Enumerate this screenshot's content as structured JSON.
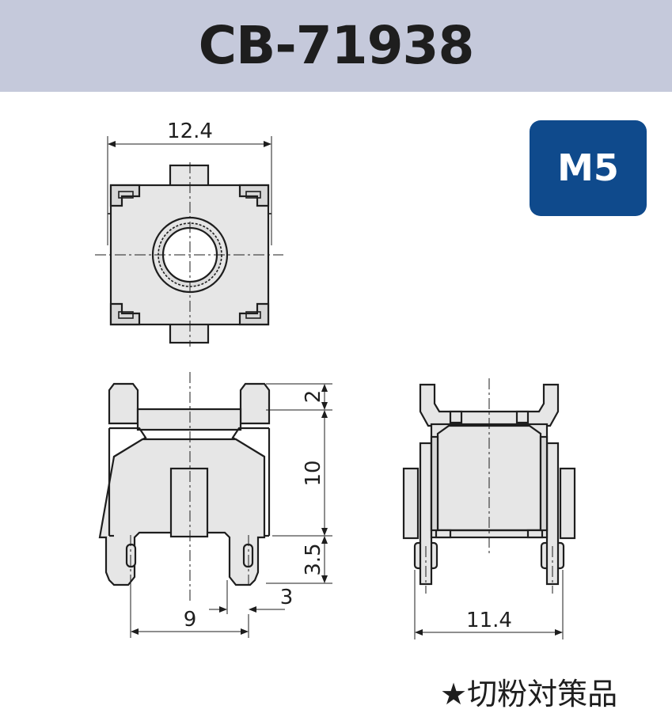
{
  "header": {
    "title": "CB-71938"
  },
  "badge": {
    "label": "M5"
  },
  "dimensions": {
    "top_width": "12.4",
    "tab_height": "2",
    "body_height": "10",
    "leg_height": "3.5",
    "leg_width": "3",
    "leg_spacing": "9",
    "side_width": "11.4"
  },
  "note": "★切粉対策品",
  "colors": {
    "header": "#c5c9db",
    "badge": "#0f4a8c",
    "part_fill": "#e6e6e6",
    "line": "#1e1e1e"
  }
}
